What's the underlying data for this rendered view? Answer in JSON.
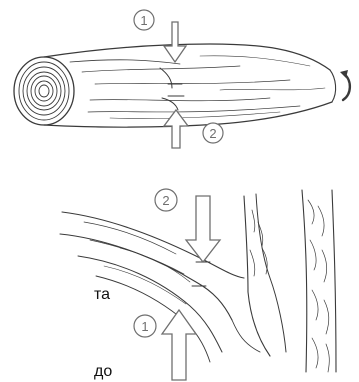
{
  "figure": {
    "top": {
      "marker_above": "1",
      "marker_below": "2"
    },
    "bottom": {
      "marker_above": "2",
      "marker_below": "1"
    }
  },
  "text_fragments": [
    "та",
    "до"
  ],
  "colors": {
    "line": "#3a3a3a",
    "marker": "#6f6f6f",
    "background": "#ffffff"
  }
}
